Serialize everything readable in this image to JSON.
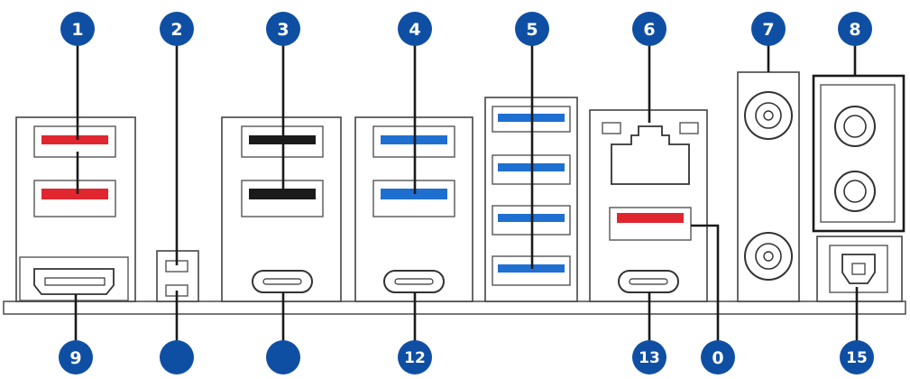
{
  "colors": {
    "badge": "#0f4fa3",
    "usb_red": "#e0262f",
    "usb_black": "#1a1a1a",
    "usb_blue": "#1f6fd1",
    "line": "#1a1a1a"
  },
  "top_labels": [
    "1",
    "2",
    "3",
    "4",
    "5",
    "6",
    "7",
    "8"
  ],
  "bottom_labels": [
    "9",
    "",
    "",
    "12",
    "13",
    "0",
    "15"
  ]
}
